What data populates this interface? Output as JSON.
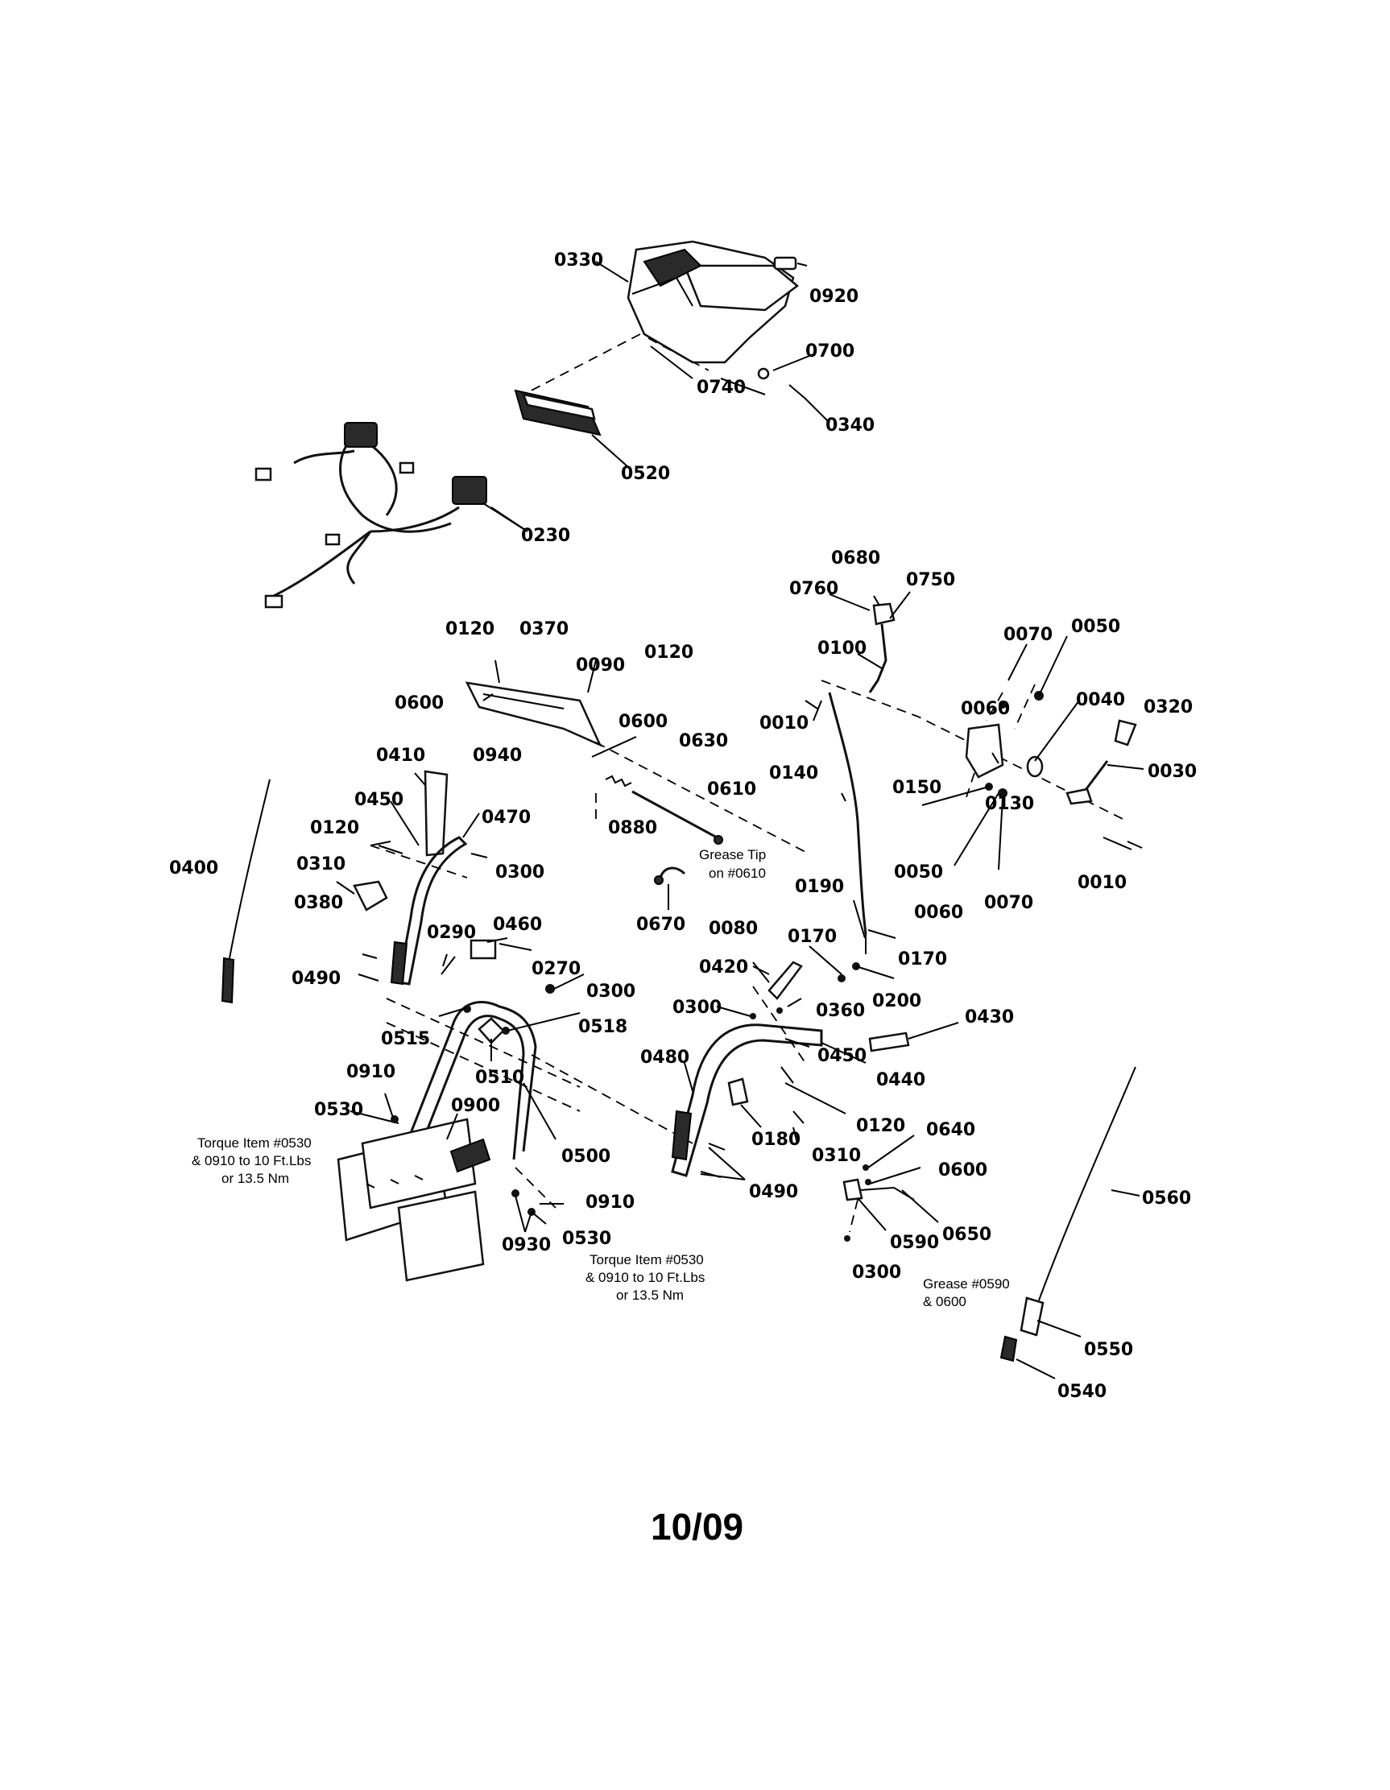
{
  "diagram": {
    "labels": [
      "0330",
      "0920",
      "0700",
      "0740",
      "0340",
      "0520",
      "0230",
      "0680",
      "0750",
      "0760",
      "0100",
      "0070",
      "0050",
      "0060",
      "0040",
      "0320",
      "0030",
      "0010",
      "0140",
      "0130",
      "0150",
      "0050",
      "0060",
      "0070",
      "0010",
      "0120",
      "0370",
      "0090",
      "0120",
      "0600",
      "0600",
      "0940",
      "0630",
      "0610",
      "0880",
      "0410",
      "0450",
      "0470",
      "0120",
      "0300",
      "0310",
      "0380",
      "0400",
      "0290",
      "0460",
      "0270",
      "0490",
      "0300",
      "0515",
      "0518",
      "0510",
      "0910",
      "0900",
      "0530",
      "0500",
      "0910",
      "0530",
      "0930",
      "0670",
      "0190",
      "0170",
      "0170",
      "0200",
      "0080",
      "0420",
      "0360",
      "0300",
      "0430",
      "0440",
      "0450",
      "0480",
      "0120",
      "0180",
      "0310",
      "0640",
      "0600",
      "0490",
      "0590",
      "0650",
      "0300",
      "0560",
      "0550",
      "0540"
    ],
    "notes": {
      "grease_tip": [
        "Grease Tip",
        "on #0610"
      ],
      "torque_left": [
        "Torque Item #0530",
        "& 0910 to 10 Ft.Lbs",
        "or 13.5 Nm"
      ],
      "torque_right": [
        "Torque Item #0530",
        "& 0910 to 10 Ft.Lbs",
        "or 13.5 Nm"
      ],
      "grease_0590": [
        "Grease #0590",
        "& 0600"
      ]
    },
    "page_number": "10/09"
  }
}
